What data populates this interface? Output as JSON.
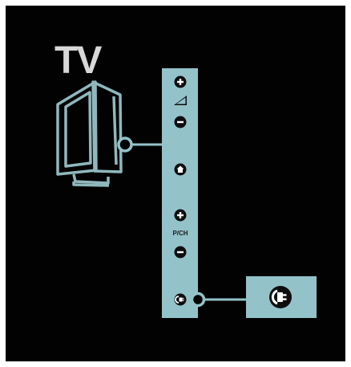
{
  "title": "TV",
  "panel": {
    "channel_label": "P/CH"
  },
  "colors": {
    "background": "#020202",
    "panel": "#93c3c9",
    "tv_outline": "#8fb8bd",
    "title": "#d8d8d8",
    "button": "#0e0e0e",
    "button_symbol": "#ffffff"
  },
  "controls": [
    {
      "name": "volume-up-button",
      "icon": "plus-icon"
    },
    {
      "name": "volume-icon",
      "icon": "volume-ramp-icon"
    },
    {
      "name": "volume-down-button",
      "icon": "minus-icon"
    },
    {
      "name": "home-button",
      "icon": "home-icon"
    },
    {
      "name": "channel-up-button",
      "icon": "plus-icon"
    },
    {
      "name": "channel-label",
      "icon": "text"
    },
    {
      "name": "channel-down-button",
      "icon": "minus-icon"
    },
    {
      "name": "power-button",
      "icon": "power-plug-icon"
    }
  ],
  "connector_box_icon": "power-plug-icon"
}
